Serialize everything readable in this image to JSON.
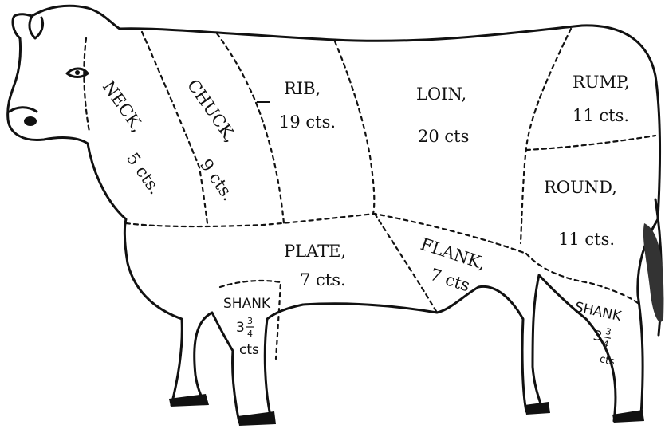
{
  "cuts": {
    "neck": {
      "name": "NECK,",
      "price": "5 cts."
    },
    "chuck": {
      "name": "CHUCK,",
      "price": "9 cts."
    },
    "rib": {
      "name": "RIB,",
      "price": "19 cts."
    },
    "loin": {
      "name": "LOIN,",
      "price": "20 cts"
    },
    "rump": {
      "name": "RUMP,",
      "price": "11 cts."
    },
    "round": {
      "name": "ROUND,",
      "price": "11 cts."
    },
    "plate": {
      "name": "PLATE,",
      "price": "7 cts."
    },
    "flank": {
      "name": "FLANK,",
      "price": "7 cts."
    },
    "fore_shank": {
      "name": "SHANK",
      "price_whole": "3",
      "price_num": "3",
      "price_den": "4",
      "unit": "cts"
    },
    "hind_shank": {
      "name": "SHANK",
      "price_whole": "3",
      "price_num": "3",
      "price_den": "4",
      "unit": "cts"
    }
  }
}
